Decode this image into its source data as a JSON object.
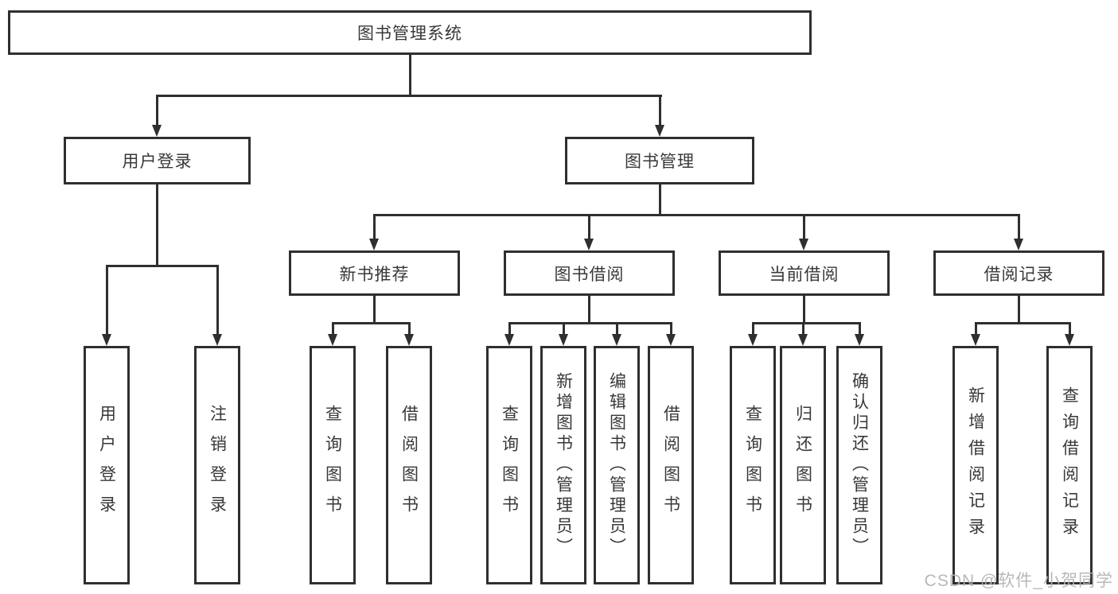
{
  "diagram": {
    "tree": {
      "label": "图书管理系统",
      "children": [
        {
          "label": "用户登录",
          "children": [
            {
              "label": "用户登录"
            },
            {
              "label": "注销登录"
            }
          ]
        },
        {
          "label": "图书管理",
          "children": [
            {
              "label": "新书推荐",
              "children": [
                {
                  "label": "查询图书"
                },
                {
                  "label": "借阅图书"
                }
              ]
            },
            {
              "label": "图书借阅",
              "children": [
                {
                  "label": "查询图书"
                },
                {
                  "label": "新增图书（管理员）"
                },
                {
                  "label": "编辑图书（管理员）"
                },
                {
                  "label": "借阅图书"
                }
              ]
            },
            {
              "label": "当前借阅",
              "children": [
                {
                  "label": "查询图书"
                },
                {
                  "label": "归还图书"
                },
                {
                  "label": "确认归还（管理员）"
                }
              ]
            },
            {
              "label": "借阅记录",
              "children": [
                {
                  "label": "新增借阅记录"
                },
                {
                  "label": "查询借阅记录"
                }
              ]
            }
          ]
        }
      ]
    },
    "colors": {
      "line": "#2f2f2f",
      "text": "#383838",
      "background": "#ffffff",
      "watermark": "#b3b3b3"
    }
  },
  "watermark": {
    "text": "CSDN @软件_小贺同学"
  }
}
